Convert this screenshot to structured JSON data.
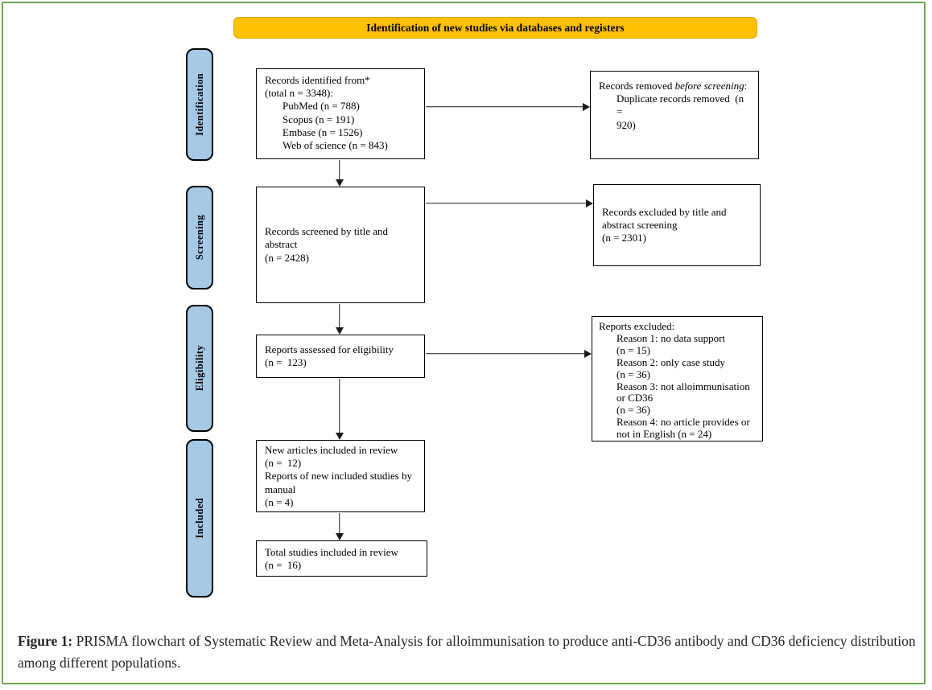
{
  "banner": {
    "label": "Identification of new studies via databases and registers"
  },
  "stages": {
    "identification": "Identification",
    "screening": "Screening",
    "eligibility": "Eligibility",
    "included": "Included"
  },
  "boxes": {
    "records_identified": {
      "lines": [
        {
          "text": "Records identified from*"
        },
        {
          "text": "(total n = 3348):"
        },
        {
          "text": "PubMed (n = 788)",
          "indent": true
        },
        {
          "text": "Scopus (n = 191)",
          "indent": true
        },
        {
          "text": "Embase (n = 1526)",
          "indent": true
        },
        {
          "text": "Web of science (n = 843)",
          "indent": true
        }
      ]
    },
    "records_removed": {
      "lines": [
        {
          "segments": [
            {
              "text": "Records removed "
            },
            {
              "text": "before screening",
              "italic": true
            },
            {
              "text": ":"
            }
          ]
        },
        {
          "text": "Duplicate records removed  (n =",
          "indent": true
        },
        {
          "text": "920)",
          "indent": true
        }
      ]
    },
    "records_screened": {
      "lines": [
        {
          "text": "Records screened by title and"
        },
        {
          "text": "abstract"
        },
        {
          "text": "(n = 2428)"
        }
      ]
    },
    "records_excluded": {
      "lines": [
        {
          "text": "Records excluded by title and"
        },
        {
          "text": "abstract screening"
        },
        {
          "text": "(n = 2301)"
        }
      ]
    },
    "reports_assessed": {
      "lines": [
        {
          "text": "Reports assessed for eligibility"
        },
        {
          "text": "(n =  123)"
        }
      ]
    },
    "reports_excluded": {
      "lines": [
        {
          "text": "Reports excluded:"
        },
        {
          "text": "Reason 1: no data support",
          "indent": true
        },
        {
          "text": "(n = 15)",
          "indent": true
        },
        {
          "text": "Reason 2: only case study",
          "indent": true
        },
        {
          "text": "(n = 36)",
          "indent": true
        },
        {
          "text": "Reason 3: not alloimmunisation",
          "indent": true
        },
        {
          "text": "or CD36",
          "indent": true
        },
        {
          "text": "(n = 36)",
          "indent": true
        },
        {
          "text": "Reason 4: no article provides or",
          "indent": true
        },
        {
          "text": "not in English (n = 24)",
          "indent": true
        }
      ]
    },
    "new_articles_included": {
      "lines": [
        {
          "text": "New articles included in review"
        },
        {
          "text": "(n =  12)"
        },
        {
          "text": "Reports of new included studies by"
        },
        {
          "text": "manual"
        },
        {
          "text": "(n = 4)"
        }
      ]
    },
    "total_studies": {
      "lines": [
        {
          "text": "Total studies included in review"
        },
        {
          "text": "(n =  16)"
        }
      ]
    }
  },
  "caption": {
    "lines": [
      {
        "segments": [
          {
            "text": "Figure 1: ",
            "bold": true
          },
          {
            "text": "PRISMA flowchart of Systematic Review and Meta-Analysis for alloimmunisation to produce anti-CD36 antibody and CD36 deficiency distribution among different populations."
          }
        ]
      }
    ]
  },
  "colors": {
    "banner_fill": "#FFC000",
    "stage_fill": "#A6C9E6",
    "frame_green": "#6FA84F"
  }
}
